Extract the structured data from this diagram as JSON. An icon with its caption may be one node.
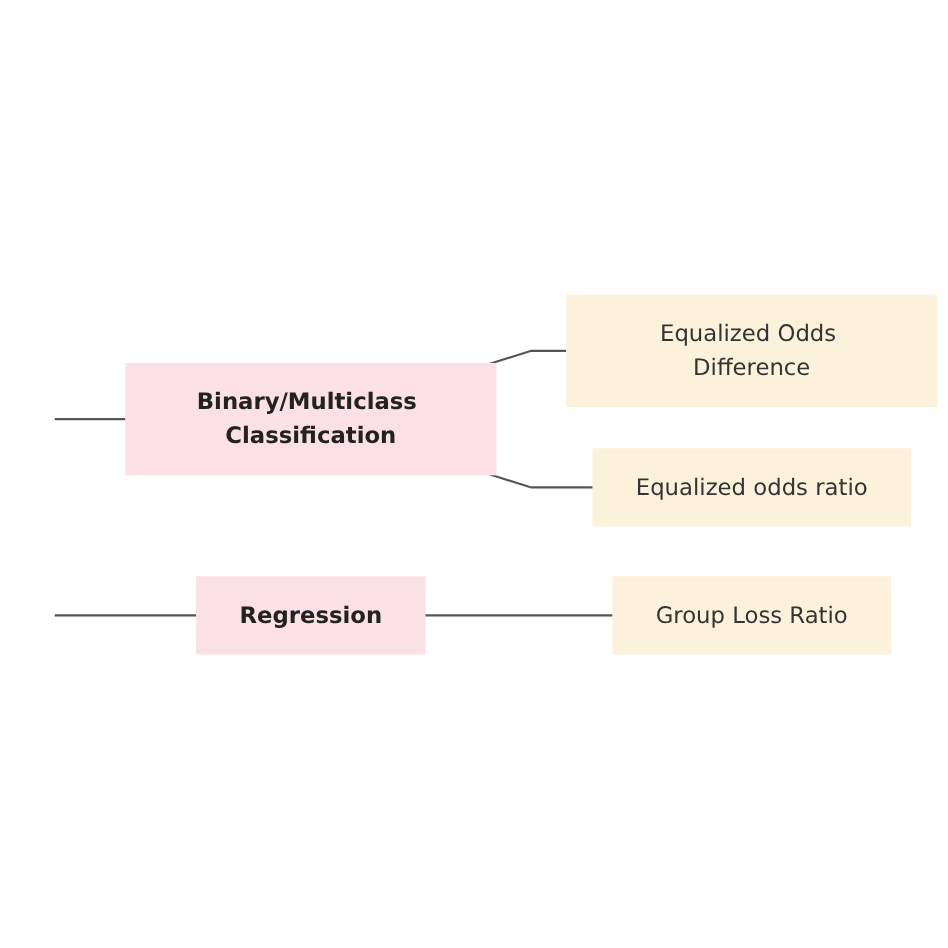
{
  "diagram": {
    "nodes": [
      {
        "text": [
          "Binary/Multiclass Classification"
        ]
      },
      {
        "text": [
          "Regression"
        ]
      },
      {
        "text": [
          "Equalized Odds Difference"
        ]
      },
      {
        "text": [
          "Equalized odds ratio"
        ]
      },
      {
        "text": [
          "Group Loss Ratio"
        ]
      }
    ],
    "edges": [
      {
        "from": null,
        "to": 0,
        "arrow": "none"
      },
      {
        "from": null,
        "to": 1,
        "arrow": "none"
      },
      {
        "from": 0,
        "to": 2,
        "arrow": "none"
      },
      {
        "from": 0,
        "to": 3,
        "arrow": "none"
      },
      {
        "from": 1,
        "to": 4,
        "arrow": "none"
      }
    ]
  }
}
